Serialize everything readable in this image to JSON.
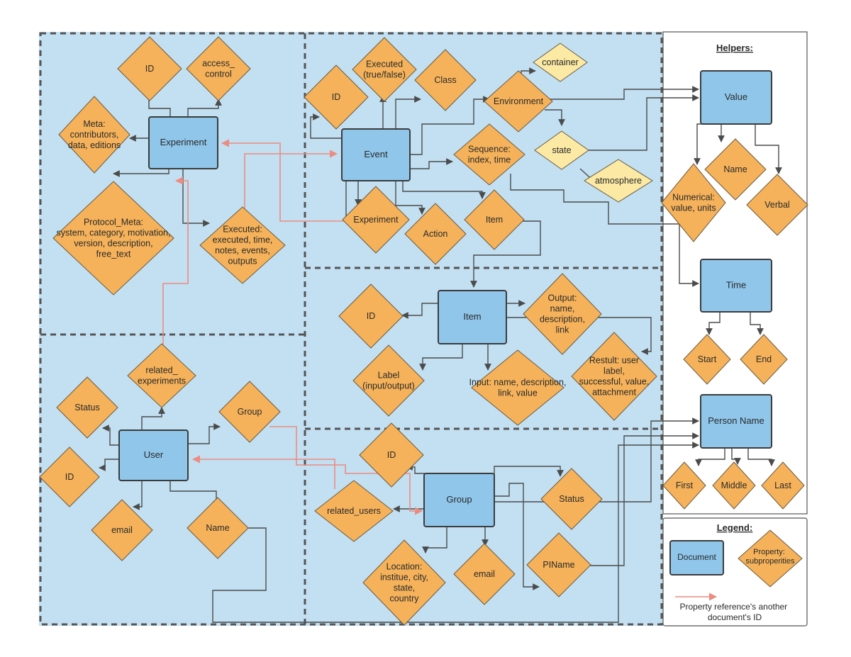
{
  "documents": [
    {
      "id": "experiment-doc",
      "label": "Experiment"
    },
    {
      "id": "event-doc",
      "label": "Event"
    },
    {
      "id": "item-doc",
      "label": "Item"
    },
    {
      "id": "user-doc",
      "label": "User"
    },
    {
      "id": "group-doc",
      "label": "Group"
    },
    {
      "id": "value-doc",
      "label": "Value"
    },
    {
      "id": "time-doc",
      "label": "Time"
    },
    {
      "id": "person-name-doc",
      "label": "Person Name"
    }
  ],
  "properties": [
    {
      "id": "exp-id",
      "label": "ID"
    },
    {
      "id": "exp-access-control",
      "label": "access_ control"
    },
    {
      "id": "exp-meta",
      "label": "Meta: contributors, data, editions"
    },
    {
      "id": "exp-protocol-meta",
      "label": "Protocol_Meta: system, category, motivation, version, description, free_text"
    },
    {
      "id": "exp-executed",
      "label": "Executed: executed, time, notes, events, outputs"
    },
    {
      "id": "ev-id",
      "label": "ID"
    },
    {
      "id": "ev-executed",
      "label": "Executed (true/false)"
    },
    {
      "id": "ev-class",
      "label": "Class"
    },
    {
      "id": "ev-environment",
      "label": "Environment"
    },
    {
      "id": "ev-sequence",
      "label": "Sequence: index, time"
    },
    {
      "id": "ev-experiment",
      "label": "Experiment"
    },
    {
      "id": "ev-action",
      "label": "Action"
    },
    {
      "id": "ev-item",
      "label": "Item"
    },
    {
      "id": "env-container",
      "label": "container",
      "kind": "sub"
    },
    {
      "id": "env-state",
      "label": "state",
      "kind": "sub"
    },
    {
      "id": "env-atmosphere",
      "label": "atmosphere",
      "kind": "sub"
    },
    {
      "id": "item-id",
      "label": "ID"
    },
    {
      "id": "item-output",
      "label": "Output: name, description, link"
    },
    {
      "id": "item-result",
      "label": "Restult: user label, successful, value, attachment"
    },
    {
      "id": "item-label",
      "label": "Label (input/output)"
    },
    {
      "id": "item-input",
      "label": "Input: name, description, link, value"
    },
    {
      "id": "user-related-experiments",
      "label": "related_ experiments"
    },
    {
      "id": "user-status",
      "label": "Status"
    },
    {
      "id": "user-group",
      "label": "Group"
    },
    {
      "id": "user-id",
      "label": "ID"
    },
    {
      "id": "user-email",
      "label": "email"
    },
    {
      "id": "user-name",
      "label": "Name"
    },
    {
      "id": "group-id",
      "label": "ID"
    },
    {
      "id": "group-status",
      "label": "Status"
    },
    {
      "id": "group-related-users",
      "label": "related_users"
    },
    {
      "id": "group-location",
      "label": "Location: institue, city, state, country"
    },
    {
      "id": "group-email",
      "label": "email"
    },
    {
      "id": "group-piname",
      "label": "PIName"
    },
    {
      "id": "value-numerical",
      "label": "Numerical: value, units"
    },
    {
      "id": "value-name",
      "label": "Name"
    },
    {
      "id": "value-verbal",
      "label": "Verbal"
    },
    {
      "id": "time-start",
      "label": "Start"
    },
    {
      "id": "time-end",
      "label": "End"
    },
    {
      "id": "pn-first",
      "label": "First"
    },
    {
      "id": "pn-middle",
      "label": "Middle"
    },
    {
      "id": "pn-last",
      "label": "Last"
    }
  ],
  "helpers_title": "Helpers:",
  "legend": {
    "title": "Legend:",
    "document_label": "Document",
    "property_label": "Property: subproperities",
    "reference_label": "Property reference's another document's ID"
  },
  "colors": {
    "panel": "#c2e0f2",
    "document": "#8fc6ea",
    "property": "#f5b25a",
    "subproperty": "#fbe9a4",
    "reference_arrow": "#ec8c80"
  }
}
